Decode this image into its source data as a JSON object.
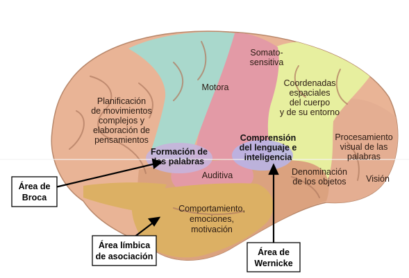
{
  "diagram": {
    "colors": {
      "frontal": "#e9b496",
      "motor": "#a9d8cc",
      "somato": "#e39aa6",
      "parietal": "#e7ef9f",
      "occipital": "#e4ae92",
      "temporal": "#dba27f",
      "limbic": "#dcb064",
      "broca": "#c7b4dc",
      "wernicke": "#b8b4e6",
      "sulcus": "#b27d62"
    },
    "regions": {
      "planificacion": [
        "Planificación",
        "de movimientos",
        "complejos y",
        "elaboración de",
        "pensamientos"
      ],
      "motora": [
        "Motora"
      ],
      "somatosensitiva": [
        "Somato-",
        "sensitiva"
      ],
      "coordenadas": [
        "Coordenadas",
        "espaciales",
        "del cuerpo",
        "y de su entorno"
      ],
      "procesamiento": [
        "Procesamiento",
        "visual de las",
        "palabras"
      ],
      "vision": [
        "Visión"
      ],
      "formacion": [
        "Formación de",
        "las palabras"
      ],
      "comprension": [
        "Comprensión",
        "del lenguaje e",
        "inteligencia"
      ],
      "auditiva": [
        "Auditiva"
      ],
      "denominacion": [
        "Denominación",
        "de los objetos"
      ],
      "comportamiento": [
        "Comportamiento,",
        "emociones,",
        "motivación"
      ]
    },
    "callouts": {
      "broca": [
        "Área de",
        "Broca"
      ],
      "limbica": [
        "Área límbica",
        "de asociación"
      ],
      "wernicke": [
        "Área de",
        "Wernicke"
      ]
    }
  }
}
